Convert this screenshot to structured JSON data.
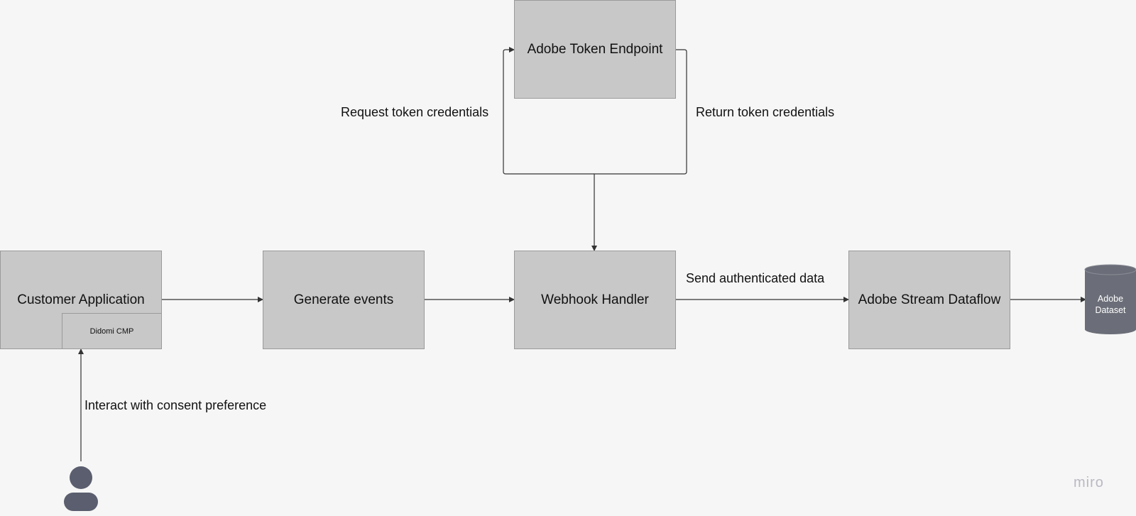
{
  "nodes": {
    "token_endpoint": "Adobe Token Endpoint",
    "customer_app": "Customer Application",
    "didomi": "Didomi CMP",
    "generate_events": "Generate events",
    "webhook": "Webhook Handler",
    "stream_dataflow": "Adobe Stream Dataflow",
    "dataset_line1": "Adobe",
    "dataset_line2": "Dataset"
  },
  "edge_labels": {
    "request_token": "Request token credentials",
    "return_token": "Return token credentials",
    "send_data": "Send authenticated data",
    "interact": "Interact with consent preference"
  },
  "brand": "miro",
  "colors": {
    "background": "#f6f6f6",
    "box_fill": "#c8c8c8",
    "box_border": "#9a9a9a",
    "connector": "#333333",
    "dataset_fill": "#6b6e78",
    "user_icon": "#5a5e6e",
    "brand_text": "#b9b9c3"
  },
  "icons": [
    "user-icon",
    "database-cylinder-icon"
  ]
}
